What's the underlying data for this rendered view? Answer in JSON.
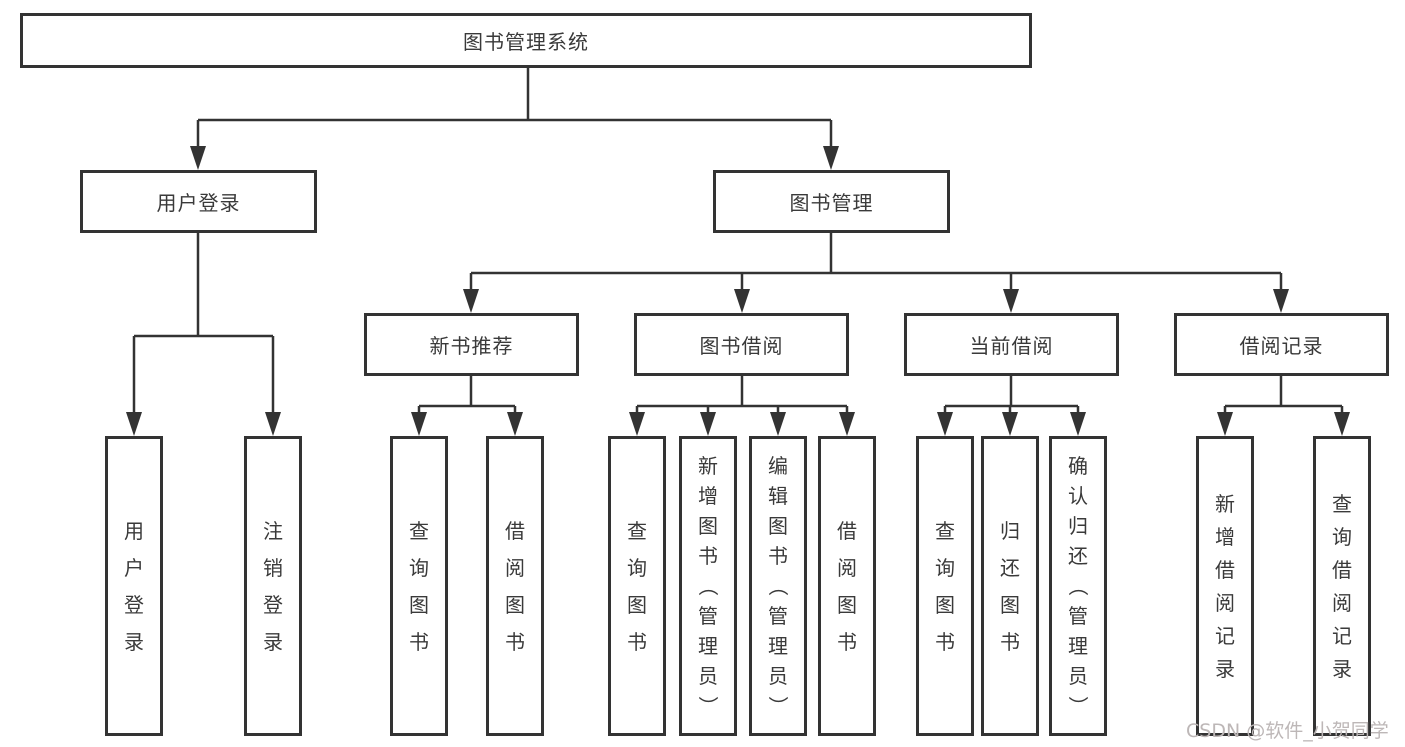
{
  "colors": {
    "line": "#333333",
    "text": "#3a3a3a",
    "background": "#ffffff",
    "watermark": "#bdb7b7"
  },
  "watermark": {
    "text": "CSDN @软件_小贺同学"
  },
  "tree": {
    "root": {
      "label": "图书管理系统",
      "children": [
        {
          "label": "用户登录",
          "children": [
            {
              "label": "用户登录"
            },
            {
              "label": "注销登录"
            }
          ]
        },
        {
          "label": "图书管理",
          "children": [
            {
              "label": "新书推荐",
              "children": [
                {
                  "label": "查询图书"
                },
                {
                  "label": "借阅图书"
                }
              ]
            },
            {
              "label": "图书借阅",
              "children": [
                {
                  "label": "查询图书"
                },
                {
                  "label": "新增图书（管理员）"
                },
                {
                  "label": "编辑图书（管理员）"
                },
                {
                  "label": "借阅图书"
                }
              ]
            },
            {
              "label": "当前借阅",
              "children": [
                {
                  "label": "查询图书"
                },
                {
                  "label": "归还图书"
                },
                {
                  "label": "确认归还（管理员）"
                }
              ]
            },
            {
              "label": "借阅记录",
              "children": [
                {
                  "label": "新增借阅记录"
                },
                {
                  "label": "查询借阅记录"
                }
              ]
            }
          ]
        }
      ]
    }
  }
}
